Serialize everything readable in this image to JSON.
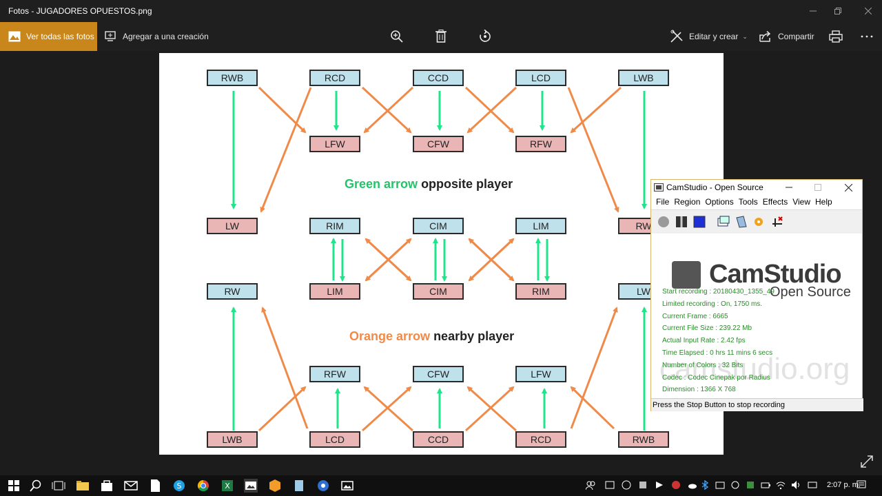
{
  "window": {
    "title": "Fotos - JUGADORES OPUESTOS.png",
    "controls": [
      "minimize",
      "maximize",
      "close"
    ]
  },
  "toolbar": {
    "view_all_label": "Ver todas las fotos",
    "add_to_creation_label": "Agregar a una creación",
    "edit_create_label": "Editar y crear",
    "share_label": "Compartir",
    "icons": [
      "photos-icon",
      "add-creation-icon",
      "zoom-icon",
      "delete-icon",
      "rotate-icon",
      "edit-icon",
      "share-icon",
      "print-icon",
      "more-icon"
    ]
  },
  "diagram": {
    "legend_green": {
      "colored": "Green arrow",
      "text": "opposite player"
    },
    "legend_orange": {
      "colored": "Orange arrow",
      "text": "nearby player"
    },
    "arrow_colors": {
      "green": "#1fe58a",
      "orange": "#f08a48"
    },
    "top_row": [
      "RWB",
      "RCD",
      "CCD",
      "LCD",
      "LWB"
    ],
    "second_row": [
      "LFW",
      "CFW",
      "RFW"
    ],
    "mid_upper_row": [
      "LW",
      "RIM",
      "CIM",
      "LIM",
      "RW"
    ],
    "mid_lower_row": [
      "RW",
      "LIM",
      "CIM",
      "RIM",
      "LW"
    ],
    "fourth_row": [
      "RFW",
      "CFW",
      "LFW"
    ],
    "bottom_row": [
      "LWB",
      "LCD",
      "CCD",
      "RCD",
      "RWB"
    ]
  },
  "camstudio": {
    "title": "CamStudio - Open Source",
    "menu": [
      "File",
      "Region",
      "Options",
      "Tools",
      "Effects",
      "View",
      "Help"
    ],
    "brand": "CamStudio",
    "brand_sub": "Open Source",
    "watermark": "camstudio.org",
    "stats": [
      "Start recording : 20180430_1355_49",
      "Limited recording : On, 1750 ms.",
      "Current Frame : 6665",
      "Current File Size : 239.22 Mb",
      "Actual Input Rate : 2.42 fps",
      "Time Elapsed : 0 hrs 11 mins 6 secs",
      "Number of Colors : 32 Bits",
      "Codec : Codec Cinepak por Radius",
      "Dimension : 1366 X 768"
    ],
    "status": "Press the Stop Button to stop recording"
  },
  "taskbar": {
    "clock": "2:07 p. m.",
    "apps": [
      "start-icon",
      "search-icon",
      "task-view-icon",
      "file-explorer-icon",
      "store-icon",
      "mail-icon",
      "file-icon",
      "skype-icon",
      "chrome-icon",
      "excel-icon",
      "photos-app-icon",
      "package-icon",
      "notepad-icon",
      "camstudio-icon",
      "image-icon"
    ]
  }
}
